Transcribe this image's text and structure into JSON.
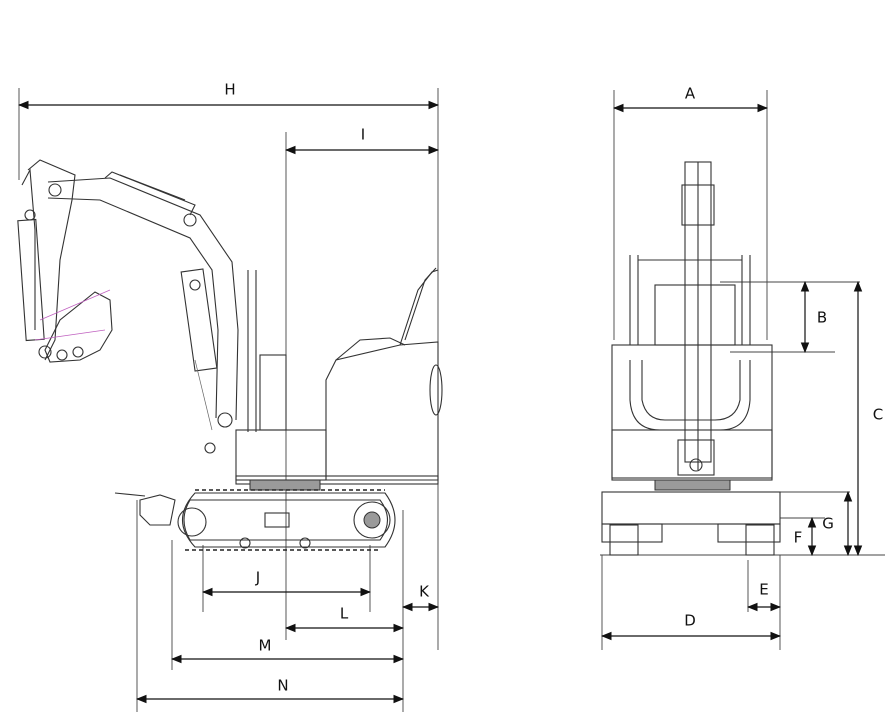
{
  "diagram": {
    "dimension_labels": {
      "A": "A",
      "B": "B",
      "C": "C",
      "D": "D",
      "E": "E",
      "F": "F",
      "G": "G",
      "H": "H",
      "I": "I",
      "J": "J",
      "K": "K",
      "L": "L",
      "M": "M",
      "N": "N"
    },
    "colors": {
      "line": "#111111",
      "accent": "#c060c0",
      "track": "#9a9a9a"
    }
  }
}
